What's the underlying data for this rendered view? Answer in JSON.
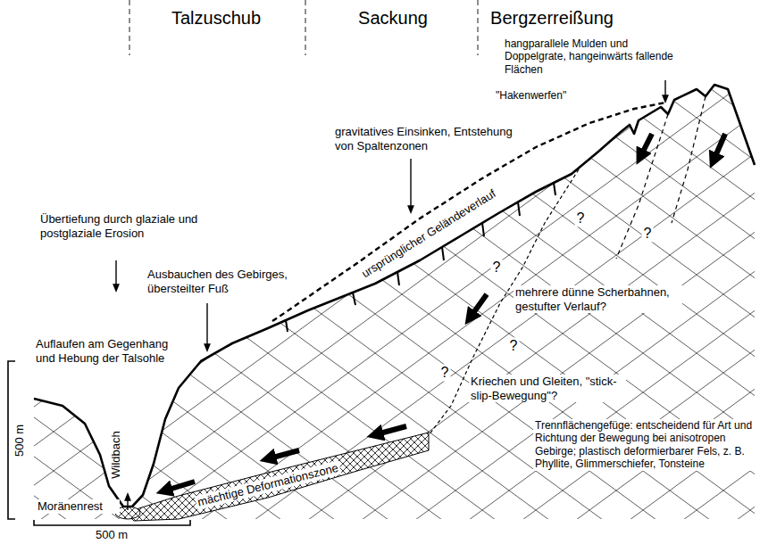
{
  "diagram": {
    "labels": [
      "Talzuschub",
      "Sackung",
      "Bergzerreißung",
      "hangparallele Mulden und Doppelgrate, hangeinwärts fallende Flächen",
      "\"Hakenwerfen\"",
      "gravitatives Einsinken, Entstehung von Spaltenzonen",
      "Übertiefung durch glaziale und postglaziale Erosion",
      "ursprünglicher Geländeverlauf",
      "Ausbauchen des Gebirges, übersteilter Fuß",
      "Auflaufen am Gegenhang und Hebung der Talsohle",
      "mehrere dünne Scherbahnen, gestufter Verlauf?",
      "?",
      "?",
      "?",
      "?",
      "?",
      "Kriechen und Gleiten, \"stick-slip-Bewegung\"?",
      "Wildbach",
      "500 m",
      "mächtige Deformationszone",
      "Trennflächengefüge: entscheidend für Art und Richtung der Bewegung bei anisotropen Gebirge; plastisch deformierbarer Fels, z. B. Phyllite, Glimmerschiefer, Tonsteine",
      "Moränenrest",
      "500 m"
    ]
  }
}
